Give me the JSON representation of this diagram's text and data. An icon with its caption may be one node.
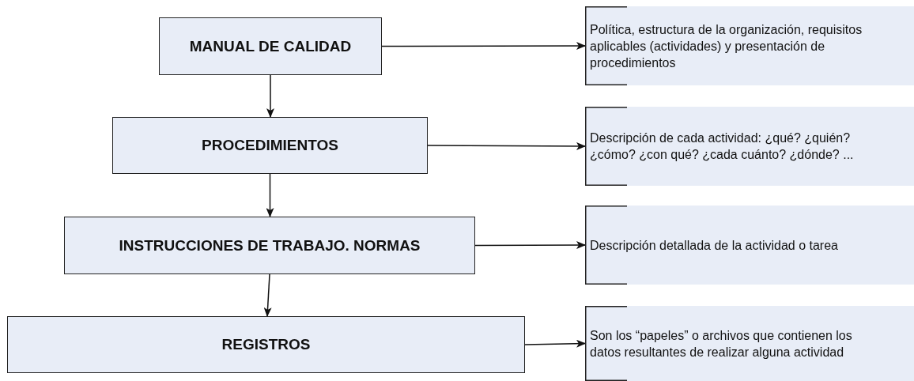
{
  "diagram": {
    "nodes": [
      {
        "text": [
          "MANUAL DE CALIDAD"
        ]
      },
      {
        "text": [
          "PROCEDIMIENTOS"
        ]
      },
      {
        "text": [
          "INSTRUCCIONES DE TRABAJO. NORMAS"
        ]
      },
      {
        "text": [
          "REGISTROS"
        ]
      },
      {
        "text": [
          "Política, estructura de la organización, requisitos aplicables (actividades) y presentación de procedimientos"
        ]
      },
      {
        "text": [
          "Descripción de cada actividad: ¿qué? ¿quién? ¿cómo? ¿con qué? ¿cada cuánto? ¿dónde? ..."
        ]
      },
      {
        "text": [
          "Descripción detallada de la actividad o tarea"
        ]
      },
      {
        "text": [
          "Son los “papeles” o archivos que contienen los datos resultantes de realizar alguna actividad"
        ]
      }
    ],
    "edges": [
      {
        "from": 0,
        "to": 1,
        "arrow": "to"
      },
      {
        "from": 1,
        "to": 2,
        "arrow": "to"
      },
      {
        "from": 2,
        "to": 3,
        "arrow": "to"
      },
      {
        "from": 0,
        "to": 4,
        "arrow": "to"
      },
      {
        "from": 1,
        "to": 5,
        "arrow": "to"
      },
      {
        "from": 2,
        "to": 6,
        "arrow": "to"
      },
      {
        "from": 3,
        "to": 7,
        "arrow": "to"
      }
    ]
  }
}
